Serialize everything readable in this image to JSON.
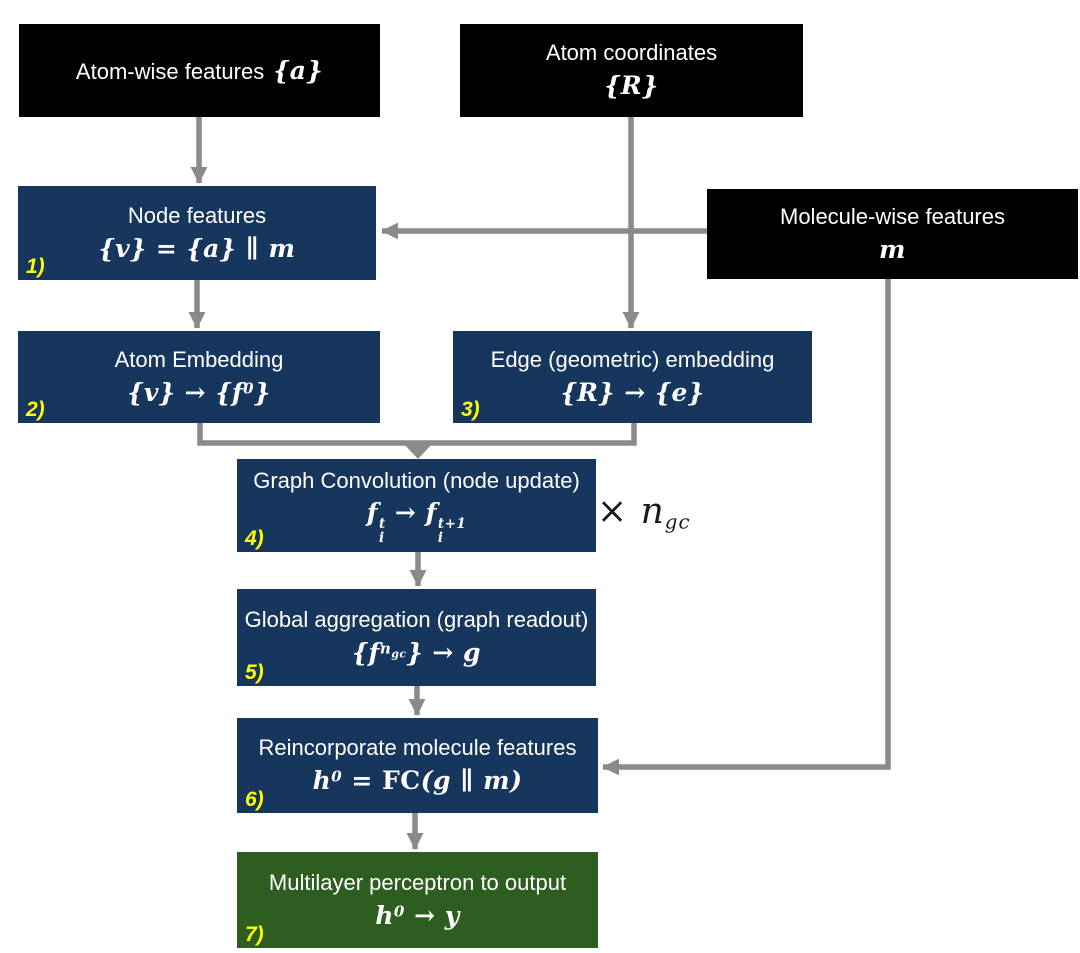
{
  "colors": {
    "box_black": "#000000",
    "box_navy": "#17365D",
    "box_green": "#2D5E20",
    "number_yellow": "#FFFF00",
    "arrow_gray": "#8A8A8A",
    "text_white": "#FFFFFF",
    "annotation_black": "#1A1A1A"
  },
  "nodes": {
    "atom_features": {
      "title": "Atom-wise features",
      "formula": [
        {
          "t": "{a}"
        }
      ]
    },
    "atom_coordinates": {
      "title": "Atom coordinates",
      "formula": [
        {
          "t": "{R}"
        }
      ]
    },
    "molecule_features": {
      "title": "Molecule-wise features",
      "formula": [
        {
          "t": "m"
        }
      ]
    },
    "node_features": {
      "number": "1)",
      "title": "Node features",
      "formula": [
        {
          "t": "{v} = {a} ∥ m"
        }
      ]
    },
    "atom_embedding": {
      "number": "2)",
      "title": "Atom Embedding",
      "formula": [
        {
          "t": "{v} → {f"
        },
        {
          "t": "0",
          "p": "sup"
        },
        {
          "t": "}"
        }
      ]
    },
    "edge_embedding": {
      "number": "3)",
      "title": "Edge (geometric) embedding",
      "formula": [
        {
          "t": "{R} → {e}"
        }
      ]
    },
    "graph_convolution": {
      "number": "4)",
      "title": "Graph Convolution (node update)",
      "formula": [
        {
          "t": "f"
        },
        {
          "t": "t|i",
          "p": "ss"
        },
        {
          "t": " → f"
        },
        {
          "t": "t+1|i",
          "p": "ss"
        }
      ]
    },
    "global_aggregation": {
      "number": "5)",
      "title": "Global aggregation (graph readout)",
      "formula": [
        {
          "t": "{f"
        },
        {
          "t": "n",
          "p": "sup"
        },
        {
          "t": "gc",
          "p": "sup2"
        },
        {
          "t": "} → g"
        }
      ]
    },
    "reincorporate_molecule_features": {
      "number": "6)",
      "title": "Reincorporate molecule features",
      "formula": [
        {
          "t": "h"
        },
        {
          "t": "0",
          "p": "sup"
        },
        {
          "t": " = "
        },
        {
          "t": "FC",
          "r": 1
        },
        {
          "t": "(g ∥ m)"
        }
      ]
    },
    "mlp_output": {
      "number": "7)",
      "title": "Multilayer perceptron to output",
      "formula": [
        {
          "t": "h"
        },
        {
          "t": "0",
          "p": "sup"
        },
        {
          "t": " → y"
        }
      ]
    }
  },
  "annotation": {
    "repeat_gc": [
      {
        "t": "× n"
      },
      {
        "t": "gc",
        "p": "sub"
      }
    ]
  }
}
